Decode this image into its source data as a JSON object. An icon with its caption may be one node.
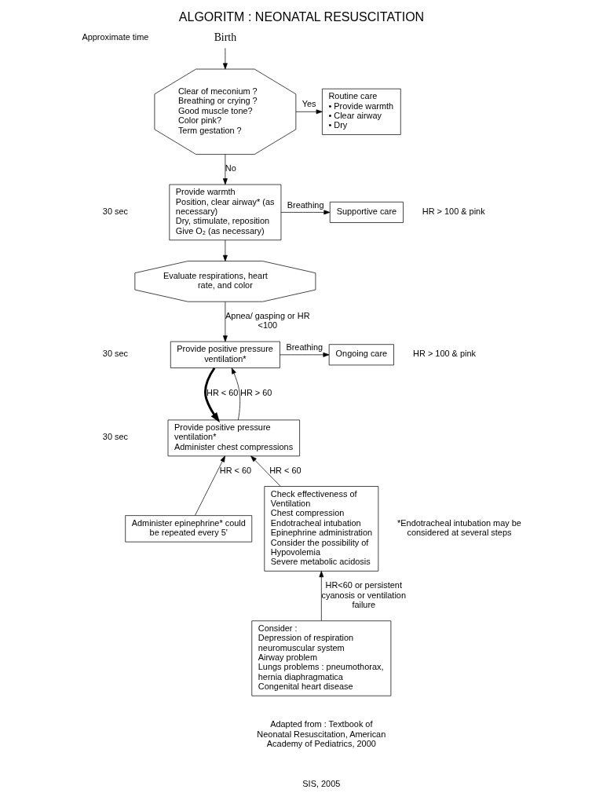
{
  "diagram": {
    "title": "ALGORITM : NEONATAL RESUSCITATION",
    "nodes": [
      {
        "text": [
          "Birth"
        ]
      },
      {
        "text": [
          "Clear of meconium ?",
          "Breathing or crying ?",
          "Good muscle tone?",
          "Color pink?",
          "Term gestation ?"
        ]
      },
      {
        "text": [
          "Routine care",
          "• Provide warmth",
          "• Clear airway",
          "• Dry"
        ]
      },
      {
        "text": [
          "Provide warmth",
          "Position, clear airway* (as necessary)",
          "Dry, stimulate, reposition",
          "Give O₂ (as necessary)"
        ]
      },
      {
        "text": [
          "Supportive care"
        ]
      },
      {
        "text": [
          "Evaluate respirations, heart rate, and color"
        ]
      },
      {
        "text": [
          "Provide positive pressure ventilation*"
        ]
      },
      {
        "text": [
          "Ongoing care"
        ]
      },
      {
        "text": [
          "Provide positive pressure ventilation*",
          "Administer chest compressions"
        ]
      },
      {
        "text": [
          "Administer epinephrine* could be repeated every 5'"
        ]
      },
      {
        "text": [
          "Check effectiveness of Ventilation",
          "Chest compression",
          "Endotracheal intubation",
          "Epinephrine administration",
          "Consider the possibility of Hypovolemia",
          "Severe metabolic acidosis"
        ]
      },
      {
        "text": [
          "Consider :",
          "Depression of respiration neuromuscular system",
          "Airway problem",
          "Lungs problems : pneumothorax, hernia diaphragmatica",
          "Congenital heart disease"
        ]
      }
    ],
    "edges": [
      {
        "from": 0,
        "to": 1,
        "arrow": "to"
      },
      {
        "from": 1,
        "to": 2,
        "arrow": "to",
        "label": "Yes"
      },
      {
        "from": 1,
        "to": 3,
        "arrow": "to",
        "label": "No"
      },
      {
        "from": 3,
        "to": 4,
        "arrow": "to",
        "label": "Breathing"
      },
      {
        "from": 3,
        "to": 5,
        "arrow": "to"
      },
      {
        "from": 5,
        "to": 6,
        "arrow": "to",
        "label": "Apnea/ gasping or HR <100"
      },
      {
        "from": 6,
        "to": 7,
        "arrow": "to",
        "label": "Breathing"
      },
      {
        "from": 6,
        "to": 8,
        "arrow": "to",
        "label": "HR < 60",
        "style": "thick"
      },
      {
        "from": 8,
        "to": 6,
        "arrow": "to",
        "label": "HR > 60"
      },
      {
        "from": 9,
        "to": 8,
        "arrow": "to",
        "label": "HR < 60"
      },
      {
        "from": 10,
        "to": 8,
        "arrow": "to",
        "label": "HR < 60"
      },
      {
        "from": 11,
        "to": 10,
        "arrow": "to",
        "label": "HR<60 or persistent cyanosis or ventilation failure"
      }
    ],
    "labels": [
      "Approximate time",
      "30 sec",
      "HR > 100 & pink",
      "HR > 100 & pink",
      "30 sec",
      "30 sec",
      "*Endotracheal intubation may be considered at several steps",
      "Adapted from : Textbook of Neonatal Resuscitation, American Academy of Pediatrics, 2000",
      "SIS, 2005"
    ]
  }
}
